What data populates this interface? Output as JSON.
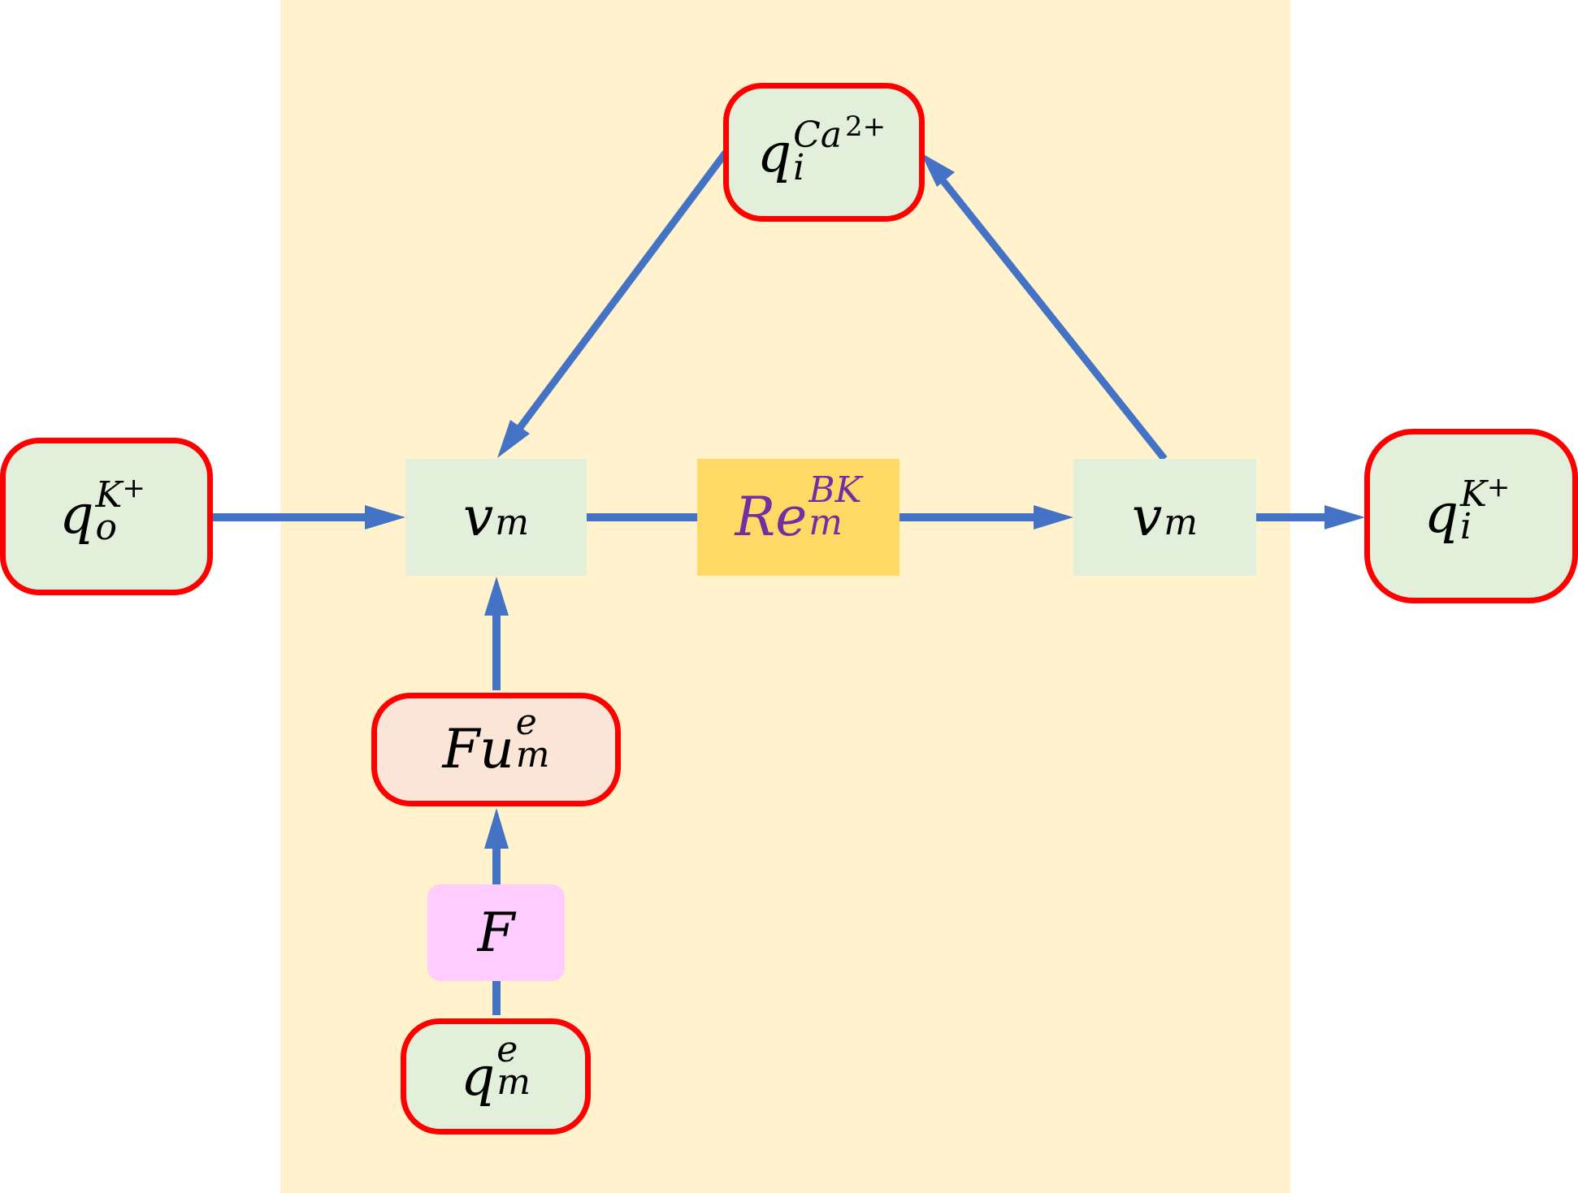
{
  "diagram": {
    "colors": {
      "panel": "#FFF2CC",
      "edge": "#4472C4",
      "border_red": "#FF0000",
      "node_green": "#E2EFDA",
      "node_peach": "#FBE5D6",
      "node_pink": "#FFCCFF",
      "node_gold": "#FFD966",
      "label_purple": "#7030A0"
    },
    "nodes": {
      "q_o_K": {
        "base": "q",
        "sub": "o",
        "sup": "K",
        "sup_extra": "+"
      },
      "v_m_left": {
        "base": "v",
        "sub": "m"
      },
      "Re_m_BK": {
        "base": "Re",
        "sub": "m",
        "sup": "BK"
      },
      "v_m_right": {
        "base": "v",
        "sub": "m"
      },
      "q_i_K": {
        "base": "q",
        "sub": "i",
        "sup": "K",
        "sup_extra": "+"
      },
      "q_i_Ca": {
        "base": "q",
        "sub": "i",
        "sup": "Ca",
        "sup_extra": "2+"
      },
      "Fu_m_e": {
        "base": "Fu",
        "sub": "m",
        "sup": "e"
      },
      "F": {
        "base": "F"
      },
      "q_m_e": {
        "base": "q",
        "sub": "m",
        "sup": "e"
      }
    },
    "edges": [
      {
        "from": "q_o_K",
        "to": "v_m_left",
        "arrow": true
      },
      {
        "from": "v_m_left",
        "to": "Re_m_BK",
        "arrow": false
      },
      {
        "from": "Re_m_BK",
        "to": "v_m_right",
        "arrow": true
      },
      {
        "from": "v_m_right",
        "to": "q_i_K",
        "arrow": true
      },
      {
        "from": "v_m_right",
        "to": "q_i_Ca",
        "arrow": true
      },
      {
        "from": "q_i_Ca",
        "to": "v_m_left",
        "arrow": true
      },
      {
        "from": "Fu_m_e",
        "to": "v_m_left",
        "arrow": true
      },
      {
        "from": "F",
        "to": "Fu_m_e",
        "arrow": true
      },
      {
        "from": "q_m_e",
        "to": "F",
        "arrow": false
      }
    ]
  }
}
